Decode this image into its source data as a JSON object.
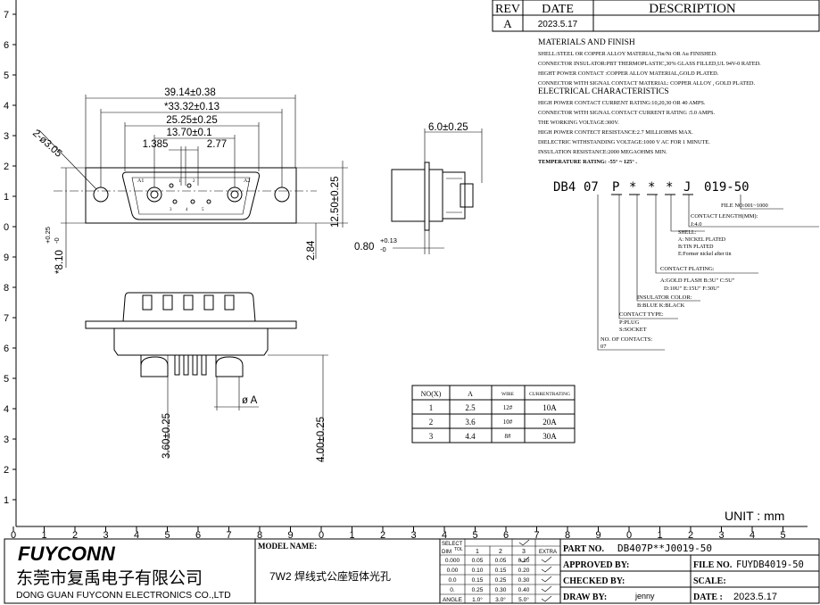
{
  "rev_table": {
    "headers": [
      "REV",
      "DATE",
      "DESCRIPTION"
    ],
    "rev": "A",
    "date": "2023.5.17"
  },
  "specs": {
    "materials_heading": "MATERIALS AND FINISH",
    "materials": [
      "SHELL:STEEL OR COPPER ALLOY MATERIAL,Tin/Ni OR Au FINISHED.",
      "CONNECTOR INSULATOR:PBT THERMOPLASTIC,30% GLASS FILLED,UL 94V-0 RATED.",
      "HIGHT POWER CONTACT :COPPER ALLOY MATERIAL,GOLD PLATED.",
      "CONNECTOR WITH SIGNAL CONTACT MATERIAL: COPPER ALLOY , GOLD PLATED."
    ],
    "electrical_heading": "ELECTRICAL CHARACTERISTICS",
    "electrical": [
      "HIGH POWER CONTACT CURRENT RATING:10,20,30 OR 40 AMPS.",
      "CONNECTOR WITH SIGNAL CONTACT CURRENT RATING :5.0 AMPS.",
      "THE WORKING VOLTAGE:300V.",
      "HIGH POWER CONTECT RESISTANCE:2.7 MILLIOHMS MAX.",
      "DIELECTRIC WITHSTANDING VOLTAGE:1000 V AC FOR 1 MINUTE.",
      "INSULATION RESISTANCE:2000 MEGAOHMS MIN.",
      "TEMPERATURE RATING: -55° ~ 125° ."
    ]
  },
  "part_code": {
    "segments": [
      "DB4",
      "07",
      "P",
      "*",
      "*",
      "*",
      "J",
      "019-50"
    ],
    "labels": [
      "FILE NO:001~1000",
      "CONTACT LENGTH(MM):",
      "J:4.0",
      "SHELL:",
      "A: NICKEL PLATED",
      "B:TIN PLATED",
      "E:Former nickel after tin",
      "CONTACT PLATING:",
      "A:GOLD FLASH  B:3U\" C:5U\"",
      "D:10U\"  E:15U\"  F:30U\"",
      "INSULATOR COLOR:",
      "B:BLUE  K:BLACK",
      "CONTACT TYPE:",
      "P:PLUG",
      "S:SOCKET",
      "NO. OF CONTACTS:",
      "07"
    ]
  },
  "dimensions": {
    "top_view": [
      "39.14±0.38",
      "*33.32±0.13",
      "25.25±0.25",
      "13.70±0.1",
      "1.385",
      "2.77",
      "2-ø3.05",
      "*8.10",
      "+0.25",
      "-0",
      "12.50±0.25",
      "2.84"
    ],
    "pin_labels": [
      "A1",
      "A2",
      "1",
      "2",
      "3",
      "4",
      "5"
    ],
    "side_view": [
      "6.0±0.25",
      "0.80",
      "+0.13",
      "-0"
    ],
    "front_view": [
      "ø A",
      "3.60±0.25",
      "4.00±0.25"
    ]
  },
  "contact_table": {
    "headers": [
      "NO(X)",
      "A",
      "WIRE",
      "CURRENTRATING"
    ],
    "rows": [
      [
        "1",
        "2.5",
        "12#",
        "10A"
      ],
      [
        "2",
        "3.6",
        "10#",
        "20A"
      ],
      [
        "3",
        "4.4",
        "8#",
        "30A"
      ]
    ]
  },
  "grid": {
    "left_ticks": [
      "7",
      "6",
      "5",
      "4",
      "3",
      "2",
      "1",
      "0",
      "9",
      "8",
      "7",
      "6",
      "5",
      "4",
      "3",
      "2",
      "1"
    ],
    "bottom_ticks": [
      "0",
      "1",
      "2",
      "3",
      "4",
      "5",
      "6",
      "7",
      "8",
      "9",
      "0",
      "1",
      "2",
      "3",
      "4",
      "5",
      "6",
      "7",
      "8",
      "9",
      "0",
      "1",
      "2",
      "3",
      "4",
      "5"
    ]
  },
  "unit": "UNIT : mm",
  "title_block": {
    "company_logo": "FUYCONN",
    "company_cn": "东莞市复禹电子有限公司",
    "company_en": "DONG GUAN FUYCONN ELECTRONICS CO.,LTD",
    "model_name_label": "MODEL NAME:",
    "model_name": "7W2 焊线式公座短体光孔",
    "tolerance": {
      "corner_top": "SELECT",
      "corner_bottom": "DIM",
      "corner_tol": "TOL",
      "col_heads": [
        "1",
        "2",
        "3",
        "EXTRA"
      ],
      "rows": [
        [
          "0.000",
          "0.05",
          "0.05",
          "0.10"
        ],
        [
          "0.00",
          "0.10",
          "0.15",
          "0.20"
        ],
        [
          "0.0",
          "0.15",
          "0.25",
          "0.30"
        ],
        [
          "0.",
          "0.25",
          "0.30",
          "0.40"
        ],
        [
          "ANGLE",
          "1.0°",
          "3.0°",
          "5.0°"
        ]
      ]
    },
    "part_no_label": "PART NO.",
    "part_no": "DB407P**J0019-50",
    "approved_label": "APPROVED BY:",
    "file_no_label": "FILE NO.",
    "file_no": "FUYDB4019-50",
    "checked_label": "CHECKED BY:",
    "scale_label": "SCALE:",
    "draw_label": "DRAW BY:",
    "draw_by": "jenny",
    "date_label": "DATE :",
    "date": "2023.5.17"
  }
}
